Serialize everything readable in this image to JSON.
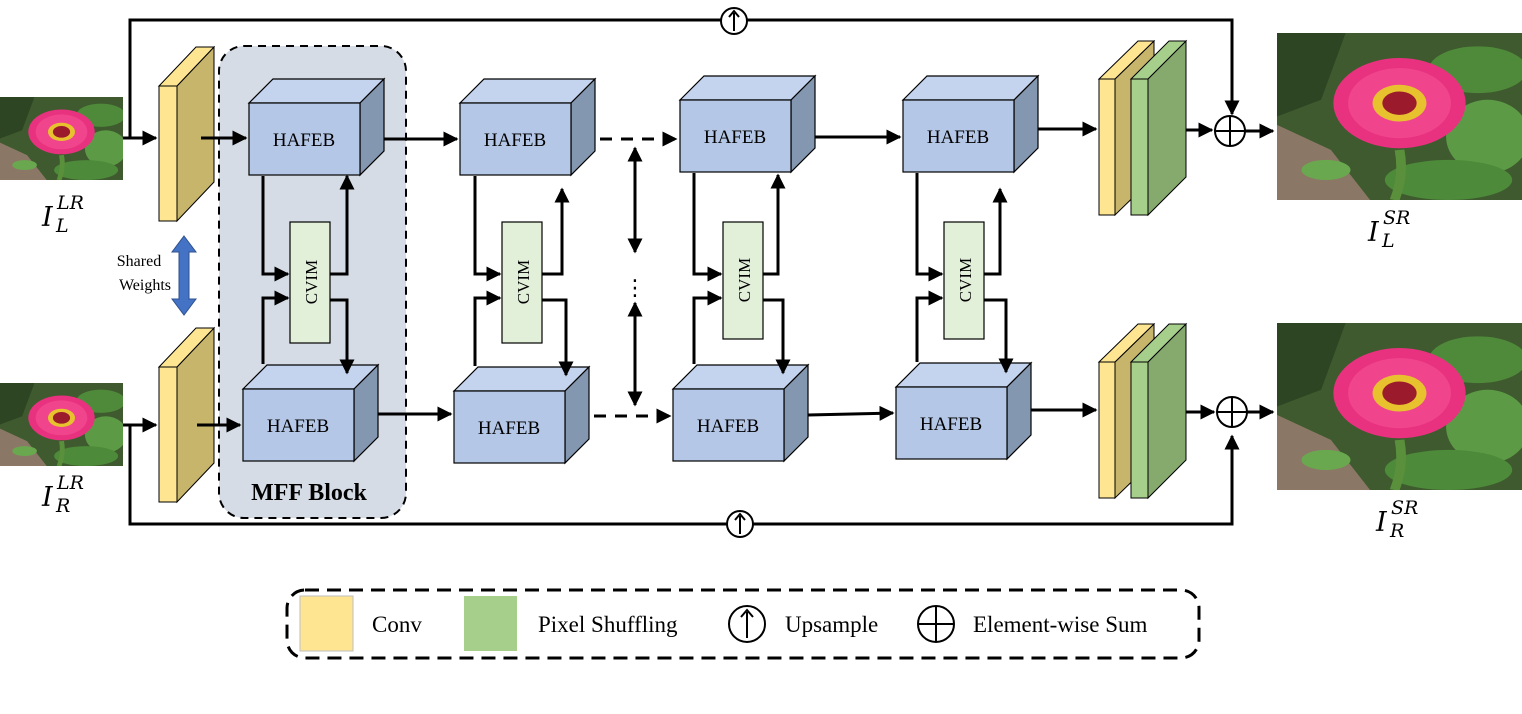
{
  "colors": {
    "conv": "#fde592",
    "conv_side": "#c8b56c",
    "pixel_shuffle": "#a7cf8c",
    "pixel_shuffle_side": "#86aa6e",
    "hafeb_front": "#b4c7e7",
    "hafeb_top": "#c5d4ee",
    "hafeb_side": "#8497b0",
    "cvim": "#e2efd9",
    "mff_bg": "#d6dce5",
    "shared_arrow": "#4472c4"
  },
  "diagram": {
    "hafeb_label": "HAFEB",
    "cvim_label": "CVIM",
    "mff_block_label": "MFF Block",
    "shared_weights": [
      "Shared",
      "Weights"
    ],
    "ellipsis": "⋮",
    "upsample_symbol": "↑",
    "inputs": {
      "left": {
        "base": "I",
        "sup": "LR",
        "sub": "L"
      },
      "right": {
        "base": "I",
        "sup": "LR",
        "sub": "R"
      }
    },
    "outputs": {
      "left": {
        "base": "I",
        "sup": "SR",
        "sub": "L"
      },
      "right": {
        "base": "I",
        "sup": "SR",
        "sub": "R"
      }
    },
    "images": {
      "input_left": "flower-photo-icon",
      "input_right": "flower-photo-icon",
      "output_left": "flower-photo-icon",
      "output_right": "flower-photo-icon"
    }
  },
  "legend": {
    "conv": "Conv",
    "pixel_shuffling": "Pixel Shuffling",
    "upsample": "Upsample",
    "element_wise_sum": "Element-wise Sum"
  }
}
